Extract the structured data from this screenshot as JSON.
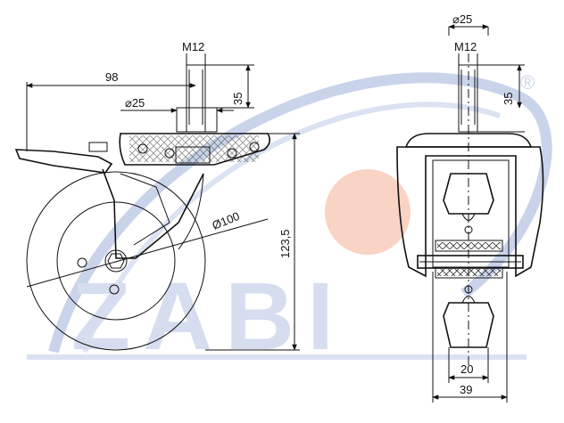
{
  "watermark": {
    "text": "ZABI",
    "registered_mark": "®",
    "colors": {
      "swoosh": "#c9d3ea",
      "letters": "#d6ddef",
      "sun": "#f9d3c3"
    }
  },
  "side_view": {
    "thread": "M12",
    "overall_offset": "98",
    "stem_length": "35",
    "stem_diameter": "⌀25",
    "wheel_diameter": "Ø100",
    "overall_height": "123,5"
  },
  "front_view": {
    "top_diameter": "⌀25",
    "thread": "M12",
    "stem_length": "35",
    "tread_width": "20",
    "fork_width": "39"
  },
  "colors": {
    "line": "#111111",
    "hatch": "#333333"
  }
}
